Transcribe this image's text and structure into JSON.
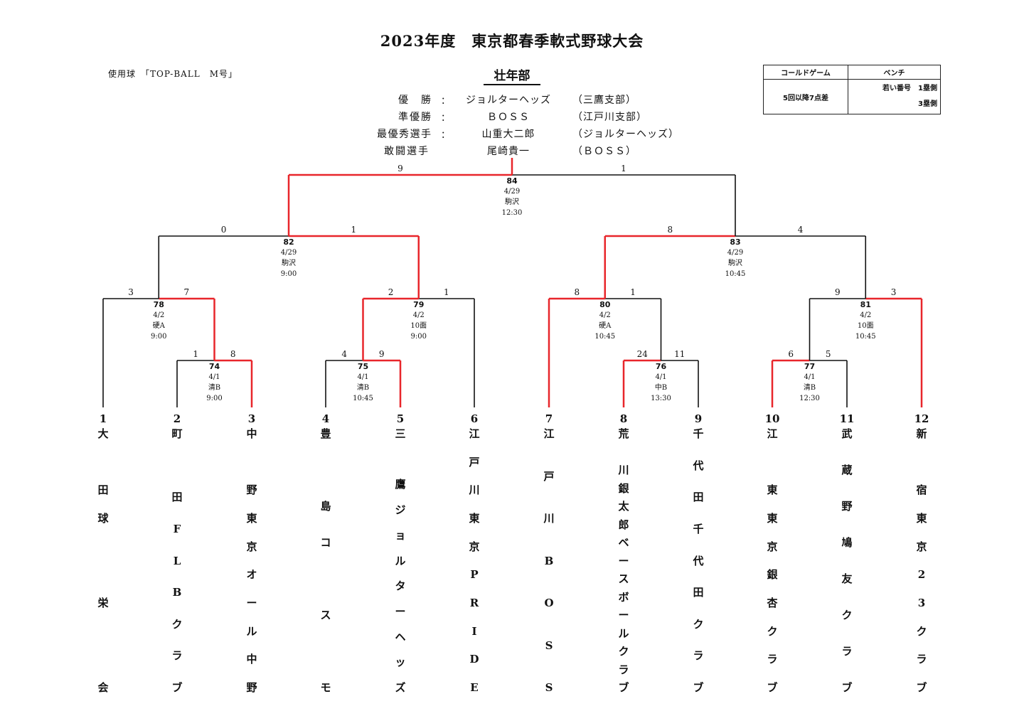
{
  "title": "2023年度　東京都春季軟式野球大会",
  "ball": "使用球　「TOP-BALL　M号」",
  "division": "壮年部",
  "results": [
    {
      "label": "優勝",
      "colon": "：",
      "name": "ジョルターヘッズ",
      "affiliation": "（三鷹支部）"
    },
    {
      "label": "準優勝",
      "colon": "：",
      "name": "ＢＯＳＳ",
      "affiliation": "（江戸川支部）"
    },
    {
      "label": "最優秀選手",
      "colon": "：",
      "name": "山重大二郎",
      "affiliation": "（ジョルターヘッズ）"
    },
    {
      "label": "敢闘選手",
      "colon": "",
      "name": "尾崎貴一",
      "affiliation": "（ＢＯＳＳ）"
    }
  ],
  "rules": {
    "h1": "コールドゲーム",
    "h2": "ベンチ",
    "cold": "5回以降7点差",
    "bench1": "若い番号　1塁側",
    "bench2": "3塁側"
  },
  "colors": {
    "winner_line": "#e8262b",
    "line": "#111111"
  },
  "games": [
    {
      "no": "74",
      "date": "4/1",
      "venue": "清B",
      "time": "9:00",
      "left_score": "1",
      "right_score": "8"
    },
    {
      "no": "75",
      "date": "4/1",
      "venue": "清B",
      "time": "10:45",
      "left_score": "4",
      "right_score": "9"
    },
    {
      "no": "76",
      "date": "4/1",
      "venue": "中B",
      "time": "13:30",
      "left_score": "24",
      "right_score": "11"
    },
    {
      "no": "77",
      "date": "4/1",
      "venue": "清B",
      "time": "12:30",
      "left_score": "6",
      "right_score": "5"
    },
    {
      "no": "78",
      "date": "4/2",
      "venue": "硬A",
      "time": "9:00",
      "left_score": "3",
      "right_score": "7"
    },
    {
      "no": "79",
      "date": "4/2",
      "venue": "10面",
      "time": "9:00",
      "left_score": "2",
      "right_score": "1"
    },
    {
      "no": "80",
      "date": "4/2",
      "venue": "硬A",
      "time": "10:45",
      "left_score": "8",
      "right_score": "1"
    },
    {
      "no": "81",
      "date": "4/2",
      "venue": "10面",
      "time": "10:45",
      "left_score": "9",
      "right_score": "3"
    },
    {
      "no": "82",
      "date": "4/29",
      "venue": "駒沢",
      "time": "9:00",
      "left_score": "0",
      "right_score": "1"
    },
    {
      "no": "83",
      "date": "4/29",
      "venue": "駒沢",
      "time": "10:45",
      "left_score": "8",
      "right_score": "4"
    },
    {
      "no": "84",
      "date": "4/29",
      "venue": "駒沢",
      "time": "12:30",
      "left_score": "9",
      "right_score": "1"
    }
  ],
  "teams": [
    {
      "seed": "1",
      "name": [
        "大",
        "",
        "田",
        "球",
        "",
        "",
        "栄",
        "",
        "",
        "会"
      ]
    },
    {
      "seed": "2",
      "name": [
        "町",
        "",
        "田",
        "F",
        "L",
        "B",
        "ク",
        "ラ",
        "ブ"
      ]
    },
    {
      "seed": "3",
      "name": [
        "中",
        "",
        "野",
        "東",
        "京",
        "オ",
        "ー",
        "ル",
        "中",
        "野"
      ]
    },
    {
      "seed": "4",
      "name": [
        "豊",
        "",
        "島",
        "コ",
        "",
        "ス",
        "",
        "モ"
      ]
    },
    {
      "seed": "5",
      "name": [
        "三",
        "",
        "鷹",
        "ジ",
        "ョ",
        "ル",
        "タ",
        "ー",
        "ヘ",
        "ッ",
        "ズ"
      ]
    },
    {
      "seed": "6",
      "name": [
        "江",
        "戸",
        "川",
        "東",
        "京",
        "P",
        "R",
        "I",
        "D",
        "E"
      ]
    },
    {
      "seed": "7",
      "name": [
        "江",
        "戸",
        "川",
        "B",
        "O",
        "S",
        "S"
      ]
    },
    {
      "seed": "8",
      "name": [
        "荒",
        "",
        "川",
        "銀",
        "太",
        "郎",
        "ベ",
        "ー",
        "ス",
        "ボ",
        "ー",
        "ル",
        "ク",
        "ラ",
        "ブ"
      ]
    },
    {
      "seed": "9",
      "name": [
        "千",
        "代",
        "田",
        "千",
        "代",
        "田",
        "ク",
        "ラ",
        "ブ"
      ]
    },
    {
      "seed": "10",
      "name": [
        "江",
        "",
        "東",
        "東",
        "京",
        "銀",
        "杏",
        "ク",
        "ラ",
        "ブ"
      ]
    },
    {
      "seed": "11",
      "name": [
        "武",
        "蔵",
        "野",
        "鳩",
        "友",
        "ク",
        "ラ",
        "ブ"
      ]
    },
    {
      "seed": "12",
      "name": [
        "新",
        "",
        "宿",
        "東",
        "京",
        "2",
        "3",
        "ク",
        "ラ",
        "ブ"
      ]
    }
  ]
}
